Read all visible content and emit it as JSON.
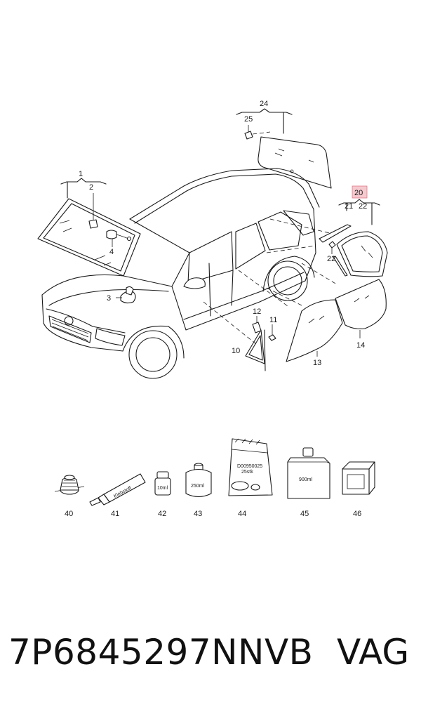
{
  "labels": {
    "l1": "1",
    "l2": "2",
    "l3": "3",
    "l4": "4",
    "l10": "10",
    "l11": "11",
    "l12": "12",
    "l13": "13",
    "l14": "14",
    "l20": "20",
    "l21": "21",
    "l22a": "22",
    "l22b": "22",
    "l24": "24",
    "l25": "25",
    "l40": "40",
    "l41": "41",
    "l42": "42",
    "l43": "43",
    "l44": "44",
    "l45": "45",
    "l46": "46"
  },
  "product_text": {
    "tube": "Klebstoff",
    "bottle_small": "10ml",
    "can": "250ml",
    "bag_line1": "D00950025",
    "bag_line2": "25stk",
    "box": "900ml"
  },
  "highlight": {
    "label": "20",
    "color": "#f6c9cf",
    "border": "#e07a88"
  },
  "footer": {
    "part_number": "7P6845297NNVB",
    "brand": "VAG"
  }
}
